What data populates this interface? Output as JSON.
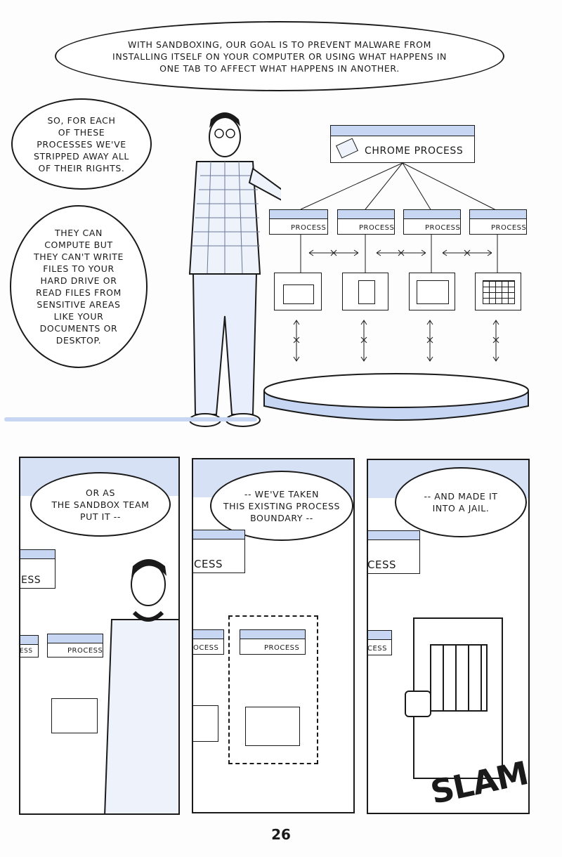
{
  "top": {
    "bubble_main": [
      "WITH SANDBOXING, OUR GOAL IS TO PREVENT MALWARE FROM",
      "INSTALLING ITSELF ON YOUR COMPUTER OR USING WHAT HAPPENS IN",
      "ONE TAB TO AFFECT WHAT HAPPENS IN ANOTHER."
    ],
    "bubble_left_1": [
      "SO, FOR EACH",
      "OF THESE",
      "PROCESSES WE'VE",
      "STRIPPED AWAY ALL",
      "OF THEIR RIGHTS."
    ],
    "bubble_left_2": [
      "THEY CAN",
      "COMPUTE BUT",
      "THEY CAN'T WRITE",
      "FILES TO YOUR",
      "HARD DRIVE OR",
      "READ FILES FROM",
      "SENSITIVE AREAS",
      "LIKE YOUR",
      "DOCUMENTS OR",
      "DESKTOP."
    ],
    "chrome_process": "CHROME PROCESS",
    "process_label": "PROCESS"
  },
  "panels": {
    "p1_bubble": [
      "OR AS",
      "THE SANDBOX TEAM",
      "PUT IT --"
    ],
    "p1_fragment_top": "ESS",
    "p1_fragment_mid": "ESS",
    "p1_process": "PROCESS",
    "p2_bubble": [
      "-- WE'VE TAKEN",
      "THIS EXISTING PROCESS",
      "BOUNDARY --"
    ],
    "p2_fragment_top": "CESS",
    "p2_fragment_mid": "OCESS",
    "p2_process": "PROCESS",
    "p3_bubble": [
      "-- AND MADE IT",
      "INTO A JAIL."
    ],
    "p3_fragment_top": "CESS",
    "p3_fragment_mid": "CESS",
    "p3_sfx": "SLAM!"
  },
  "page_number": "26"
}
